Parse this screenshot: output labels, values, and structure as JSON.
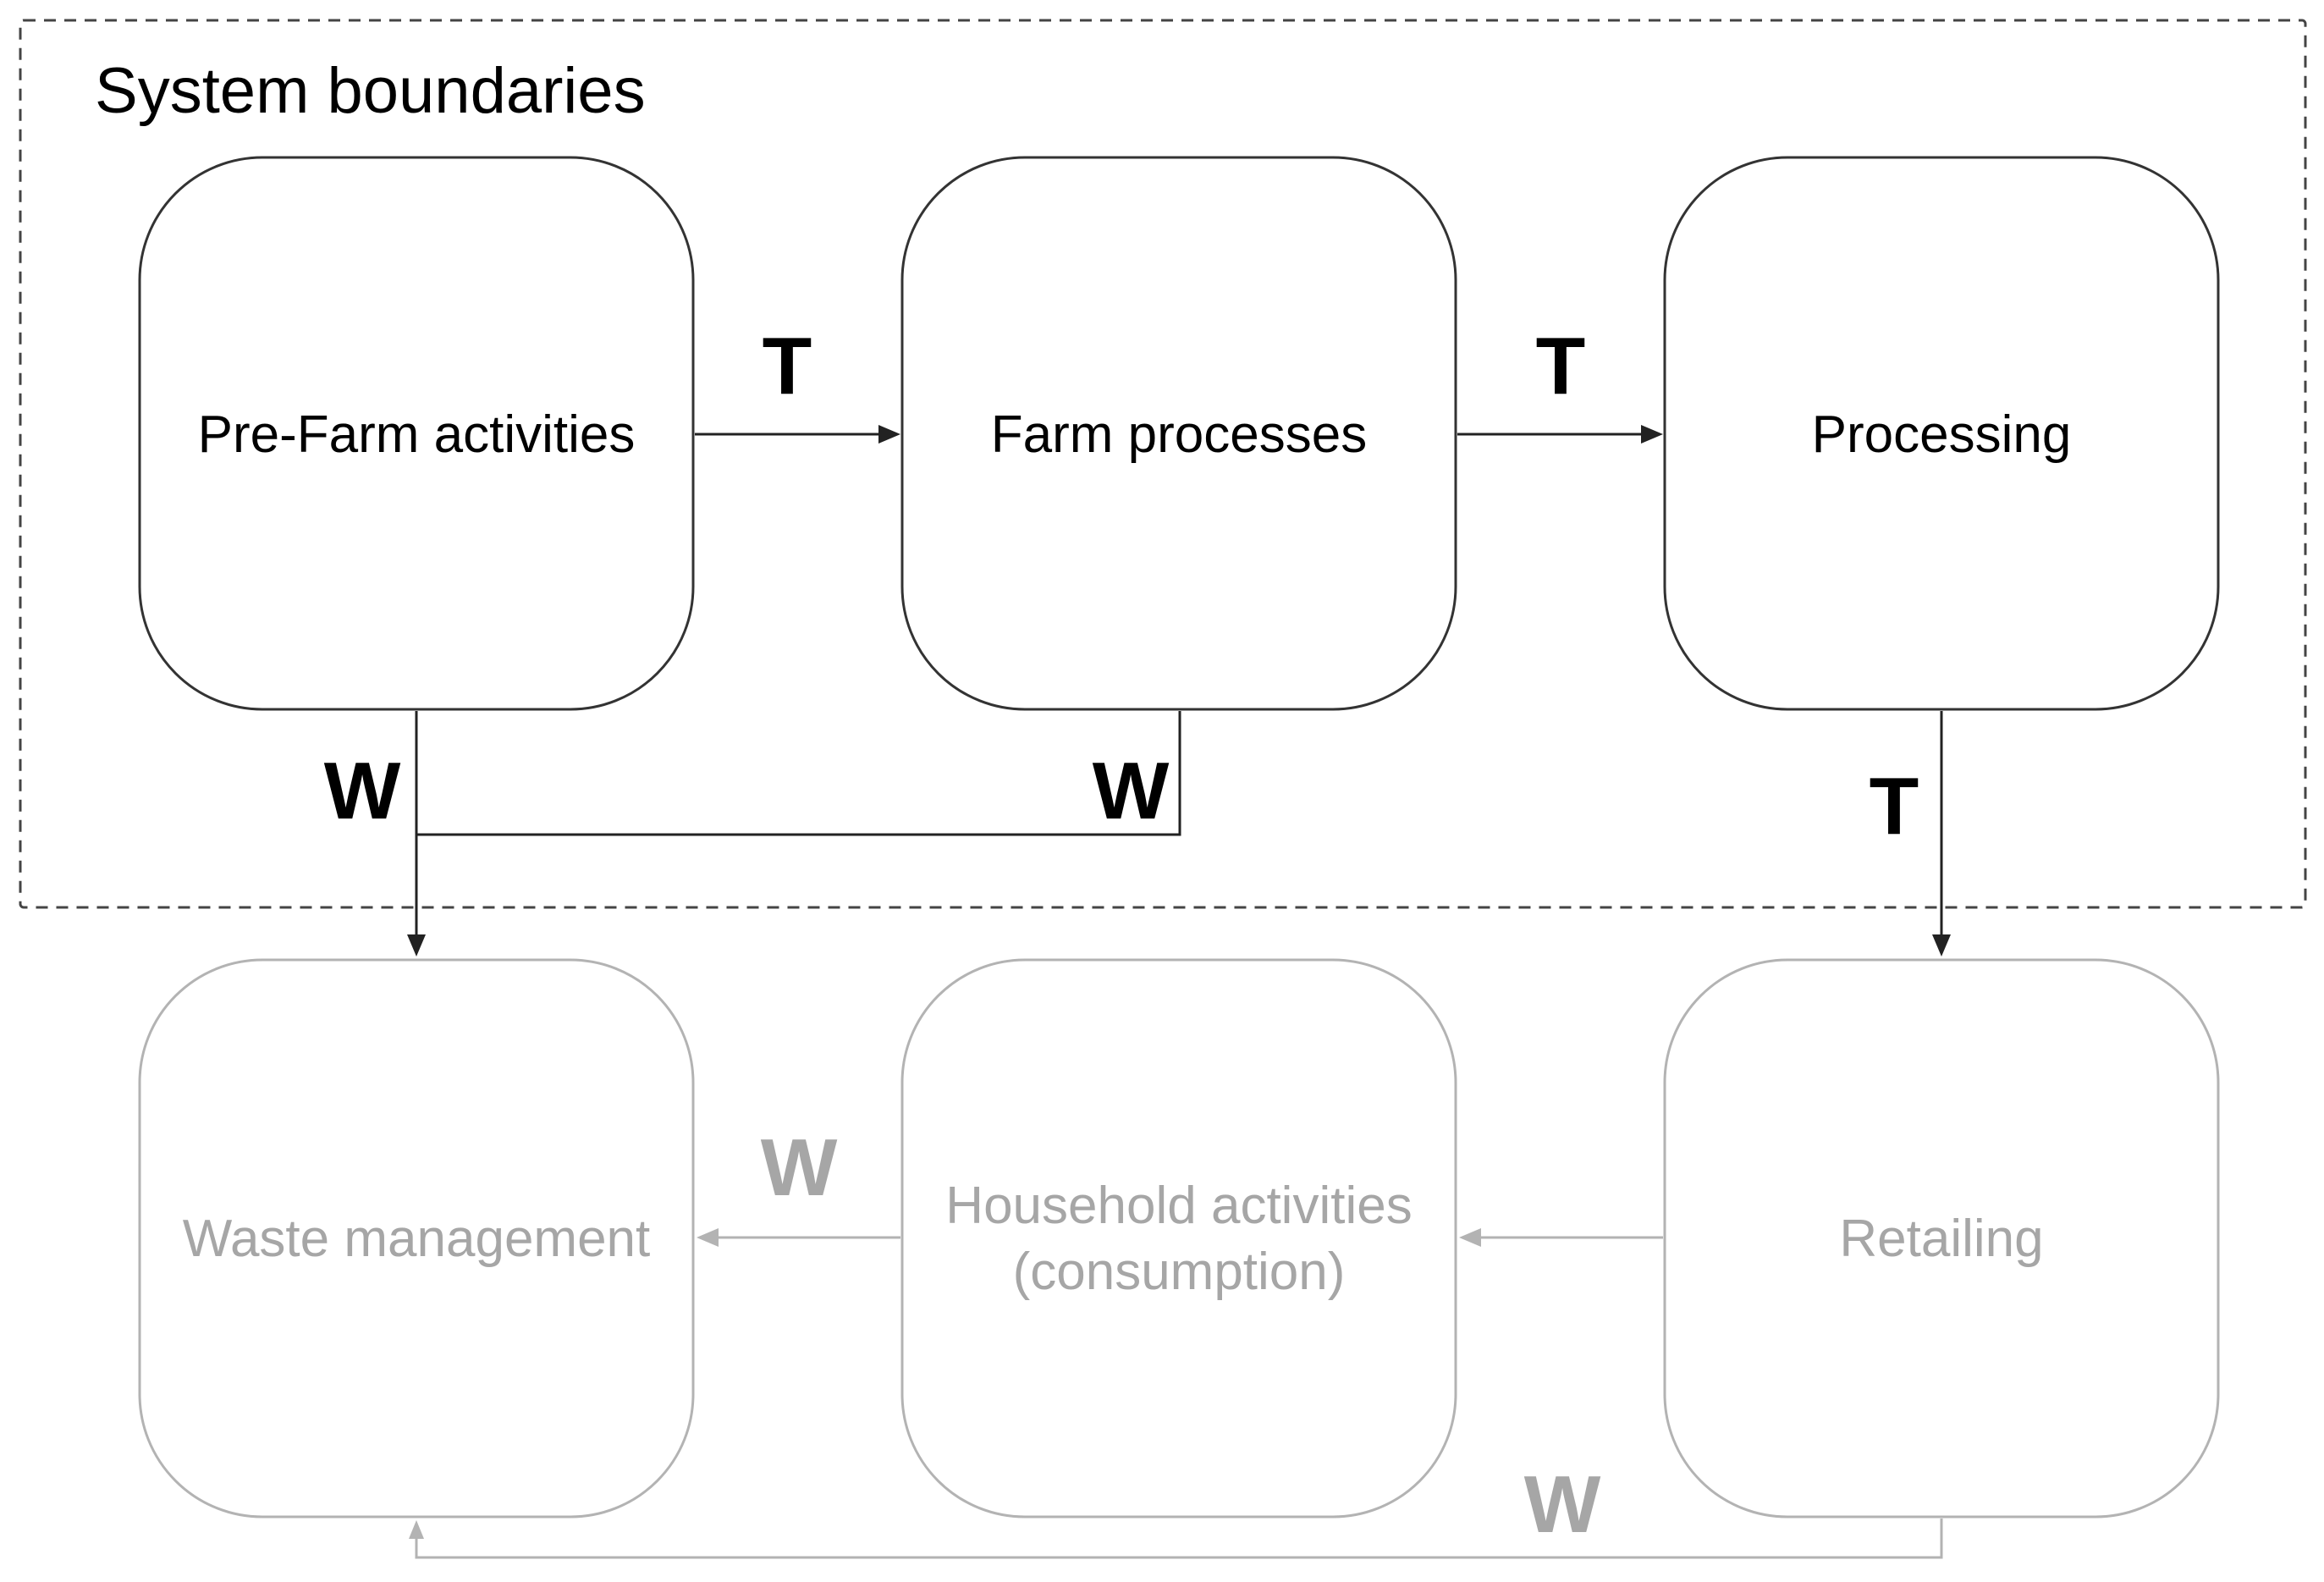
{
  "boundary": {
    "label": "System boundaries"
  },
  "nodes": {
    "pre_farm": "Pre-Farm activities",
    "farm": "Farm processes",
    "processing": "Processing",
    "waste": "Waste management",
    "household_line1": "Household activities",
    "household_line2": "(consumption)",
    "retailing": "Retailing"
  },
  "flows": {
    "prefarm_to_farm": "T",
    "farm_to_processing": "T",
    "prefarm_waste": "W",
    "farm_waste": "W",
    "processing_to_retailing": "T",
    "household_to_waste": "W",
    "retailing_to_waste": "W"
  },
  "colors": {
    "active": "#000000",
    "inactive": "#a6a6a6",
    "boundary_stroke": "#444444"
  }
}
